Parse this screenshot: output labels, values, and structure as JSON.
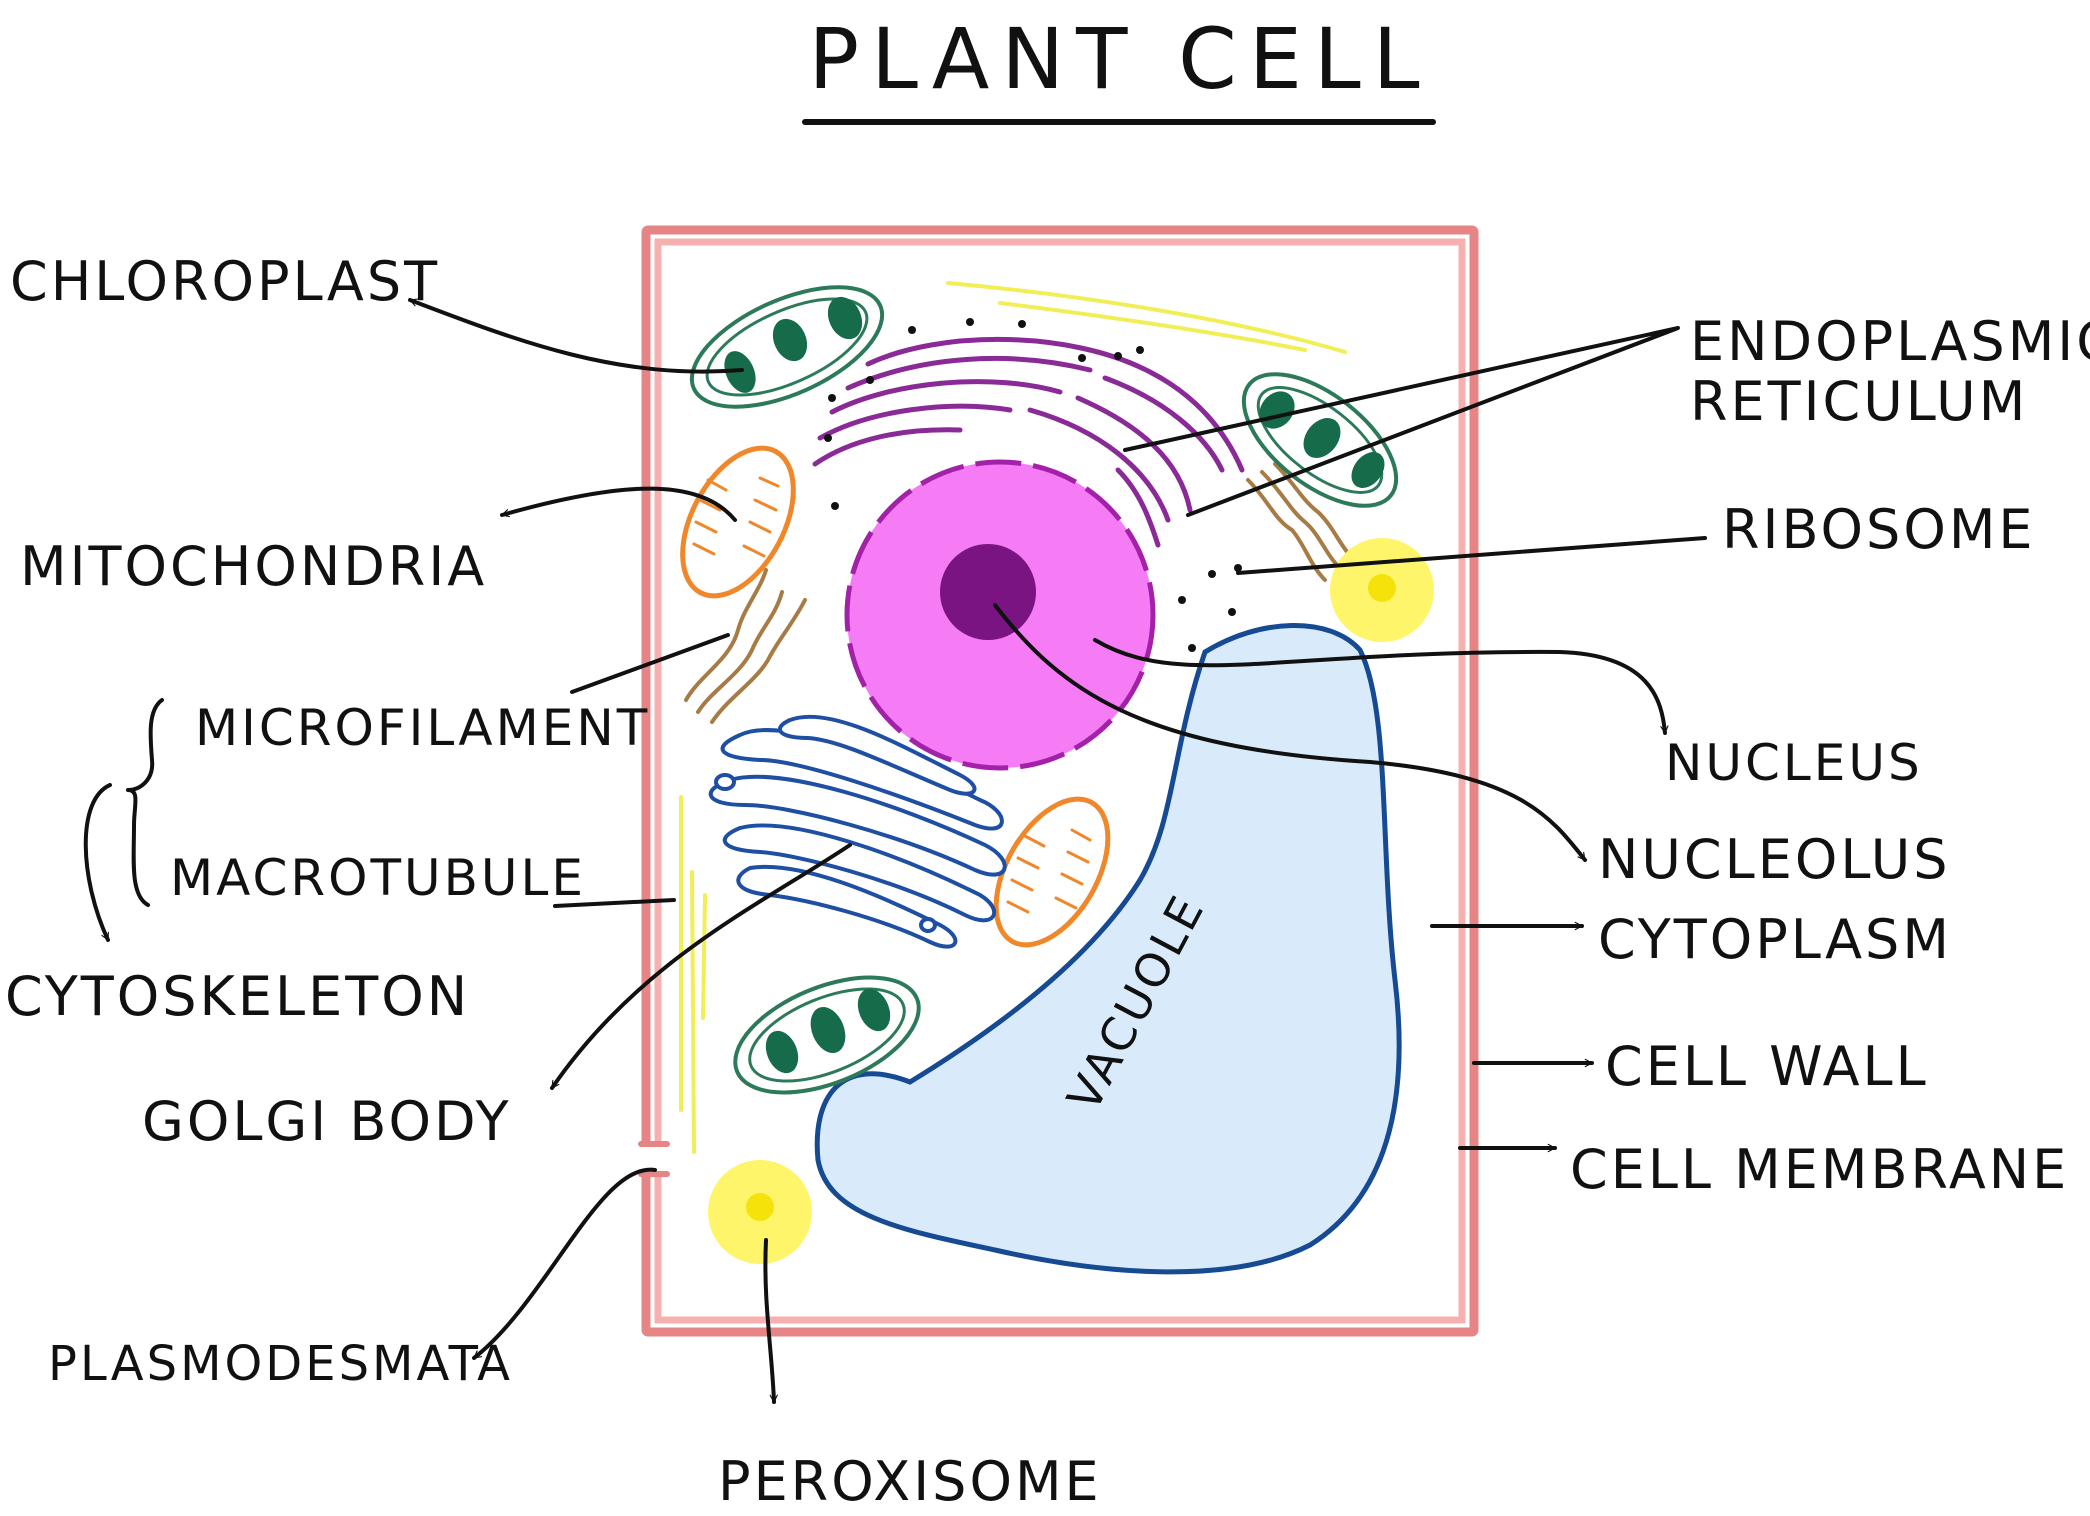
{
  "title": "PLANT CELL",
  "labels": {
    "chloroplast": "CHLOROPLAST",
    "mitochondria": "MITOCHONDRIA",
    "microfilament": "MICROFILAMENT",
    "macrotubule": "MACROTUBULE",
    "cytoskeleton": "CYTOSKELETON",
    "golgi_body": "GOLGI BODY",
    "plasmodesmata": "PLASMODESMATA",
    "peroxisome": "PEROXISOME",
    "er_line1": "ENDOPLASMIC",
    "er_line2": "RETICULUM",
    "ribosome": "RIBOSOME",
    "nucleus": "NUCLEUS",
    "nucleolus": "NUCLEOLUS",
    "cytoplasm": "CYTOPLASM",
    "cell_wall": "CELL WALL",
    "cell_membrane": "CELL MEMBRANE",
    "vacuole": "VACUOLE"
  },
  "colors": {
    "cell_wall": "#e58585",
    "cell_membrane": "#f7b0b0",
    "nucleus": "#f57cf5",
    "nucleus_border": "#a321a8",
    "nucleolus": "#7a1482",
    "er": "#8a2a97",
    "vacuole": "#d9ebfb",
    "vacuole_border": "#164a93",
    "chloroplast": "#2d7a5a",
    "thylakoid": "#166b4a",
    "mitochondria": "#f0872a",
    "golgi": "#1e4fa3",
    "peroxisome": "#fff56a",
    "peroxisome_core": "#f5e20a",
    "microfilament": "#a77b45",
    "microtubule": "#f2ee55"
  }
}
